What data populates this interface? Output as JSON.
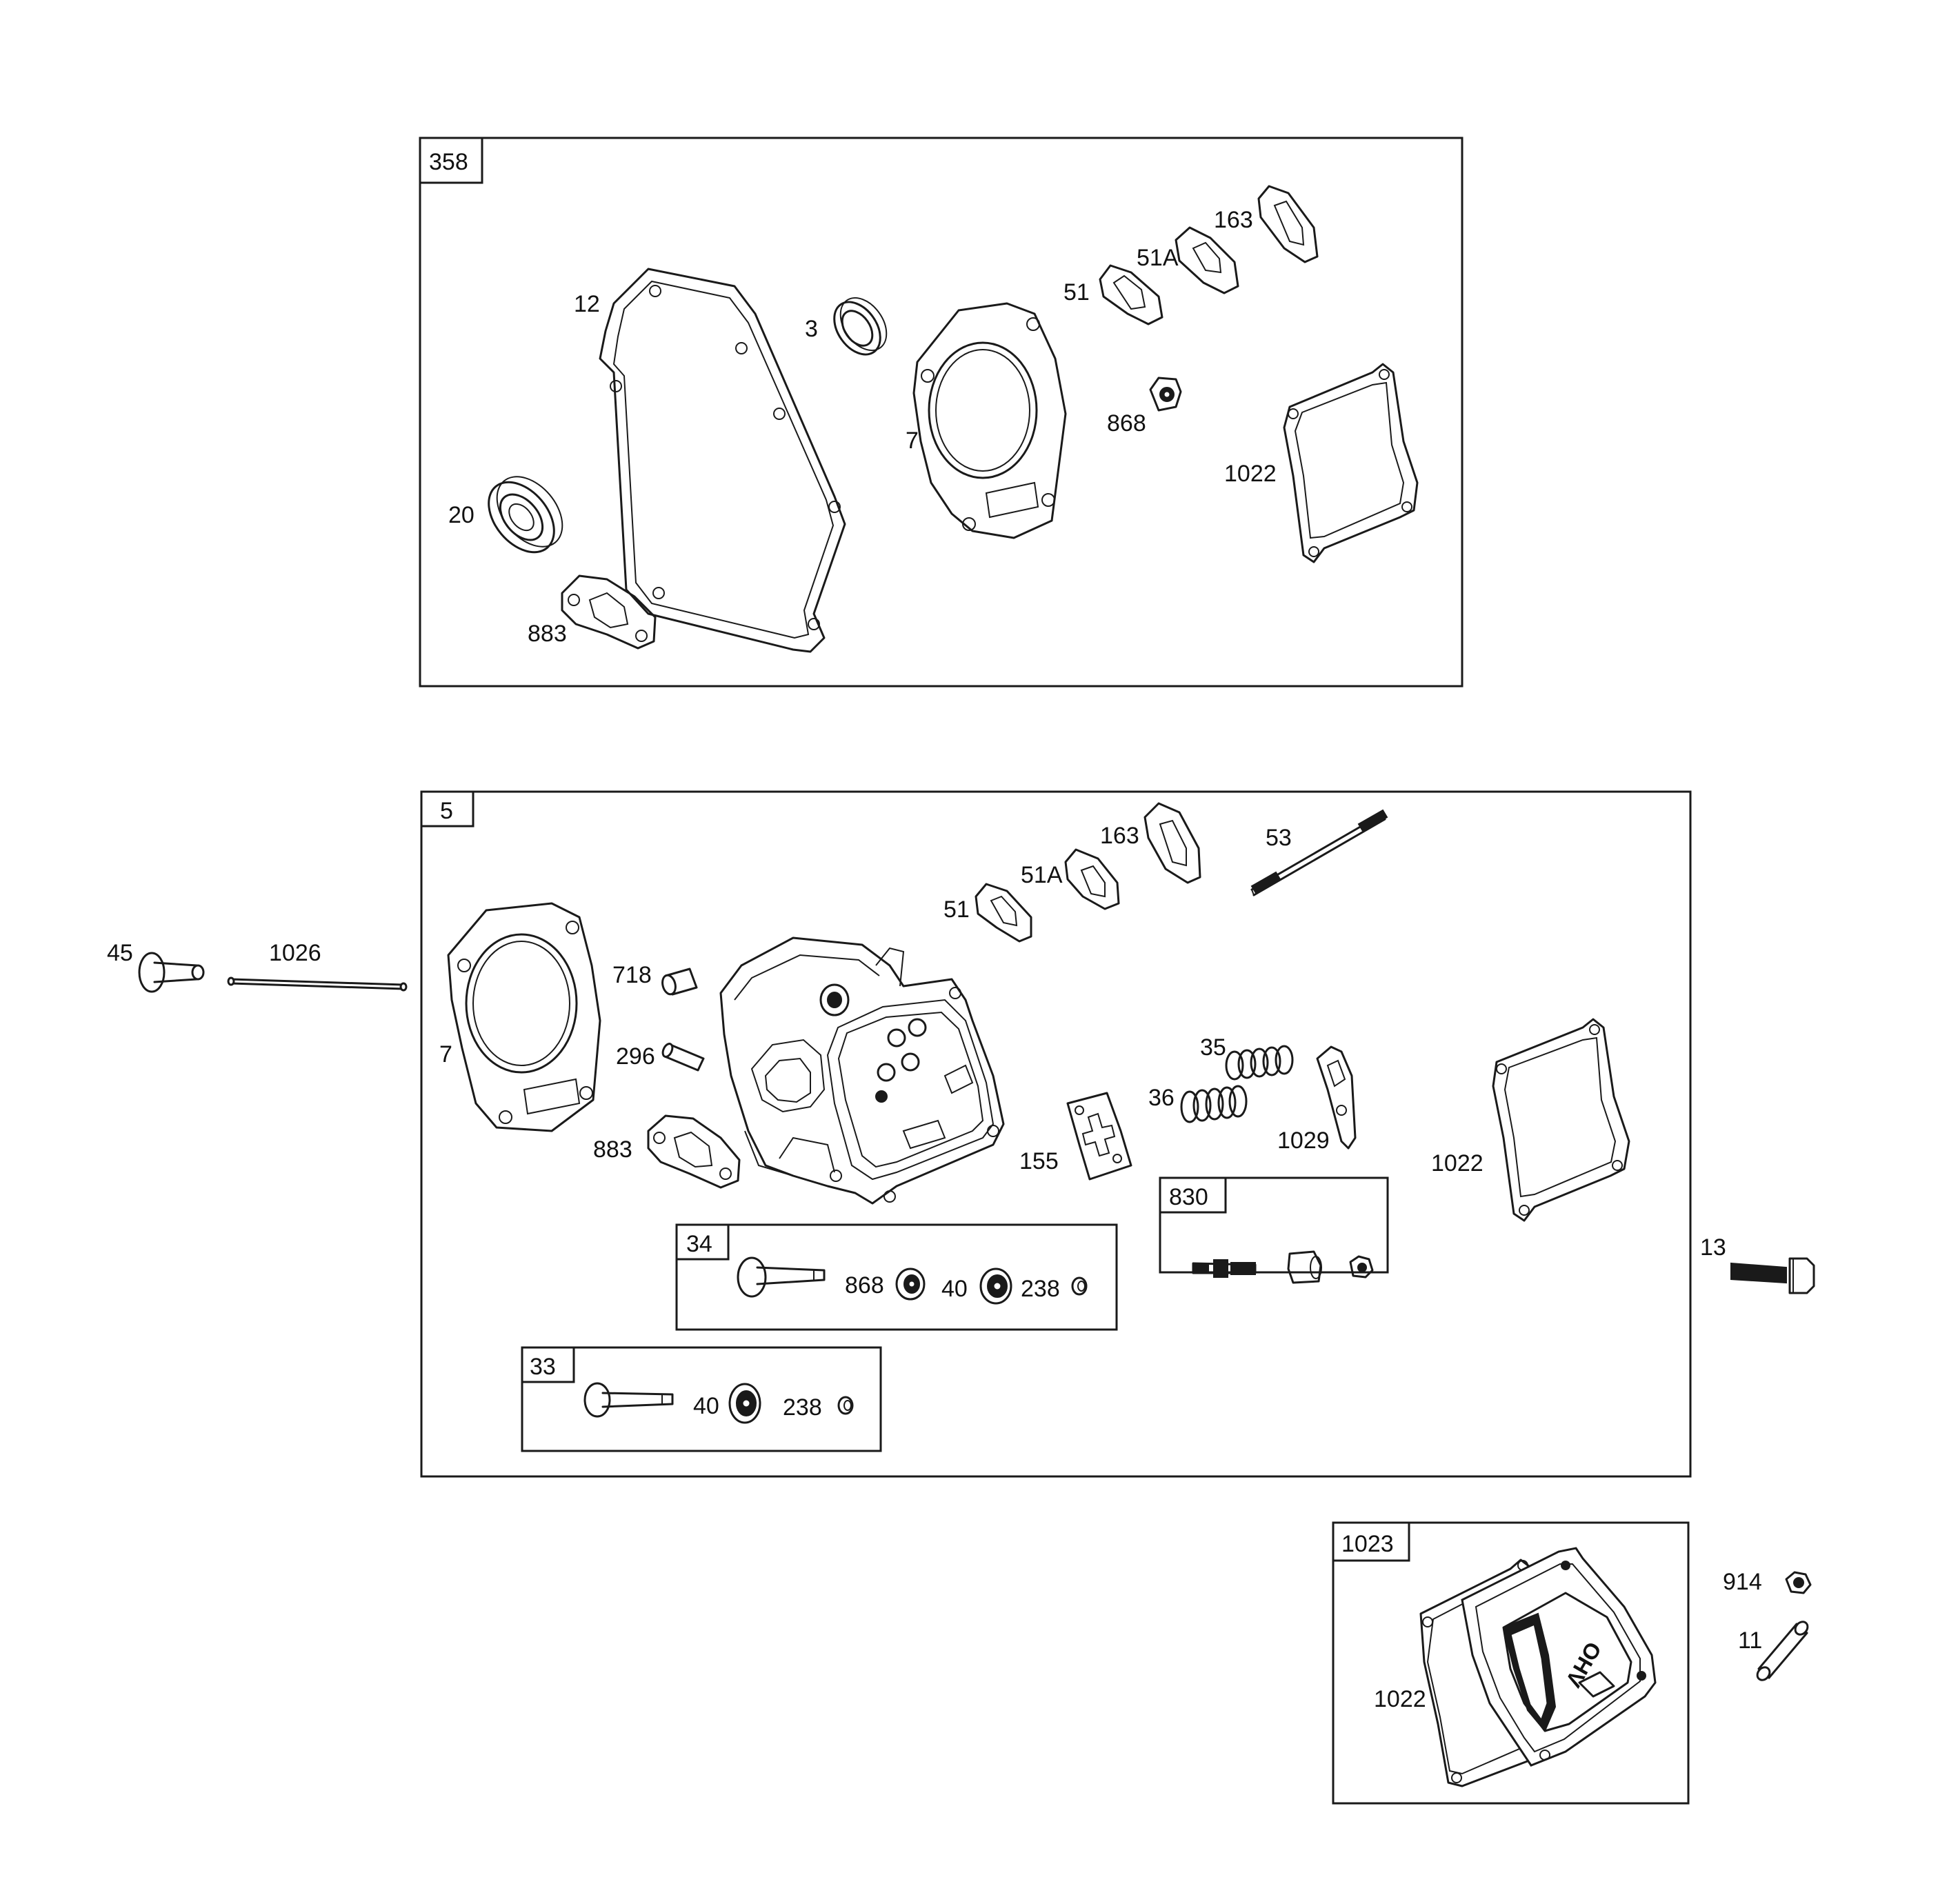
{
  "kits": [
    {
      "id": "kit-358",
      "tag": "358"
    },
    {
      "id": "kit-5",
      "tag": "5"
    },
    {
      "id": "kit-34",
      "tag": "34"
    },
    {
      "id": "kit-33",
      "tag": "33"
    },
    {
      "id": "kit-830",
      "tag": "830"
    },
    {
      "id": "kit-1023",
      "tag": "1023"
    }
  ],
  "callouts": {
    "kit358": [
      "12",
      "3",
      "7",
      "51",
      "51A",
      "163",
      "868",
      "1022",
      "20",
      "883"
    ],
    "kit5": [
      "163",
      "51A",
      "51",
      "53",
      "7",
      "718",
      "296",
      "883",
      "35",
      "36",
      "1029",
      "155",
      "1022"
    ],
    "kit34": [
      "868",
      "40",
      "238"
    ],
    "kit33": [
      "40",
      "238"
    ],
    "kit1023": [
      "1022"
    ],
    "loose": [
      "45",
      "1026",
      "13",
      "914",
      "11"
    ]
  },
  "cover_logo": "OHV"
}
